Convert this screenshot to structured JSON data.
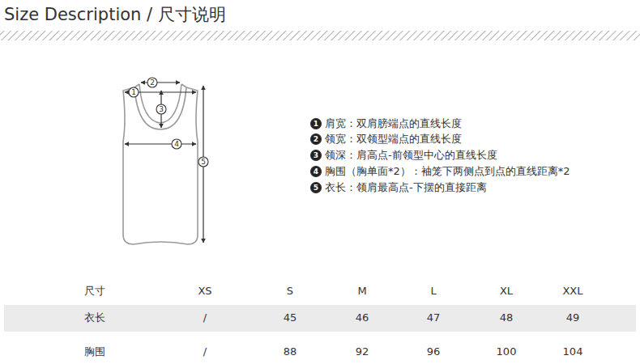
{
  "diagram": {
    "title": "Size Description / 尺寸说明",
    "labels": [
      "1",
      "2",
      "3",
      "4",
      "5",
      "1",
      "肩宽：双肩膀端点的直线长度",
      "2",
      "领宽：双领型端点的直线长度",
      "3",
      "领深：肩高点-前领型中心的直线长度",
      "4",
      "胸围（胸单面*2）：袖笼下两侧点到点的直线距离*2",
      "5",
      "衣长：领肩最高点-下摆的直接距离",
      "尺寸",
      "XS",
      "S",
      "M",
      "L",
      "XL",
      "XXL",
      "衣长",
      "/",
      "45",
      "46",
      "47",
      "48",
      "49",
      "胸围",
      "/",
      "88",
      "92",
      "96",
      "100",
      "104"
    ]
  }
}
